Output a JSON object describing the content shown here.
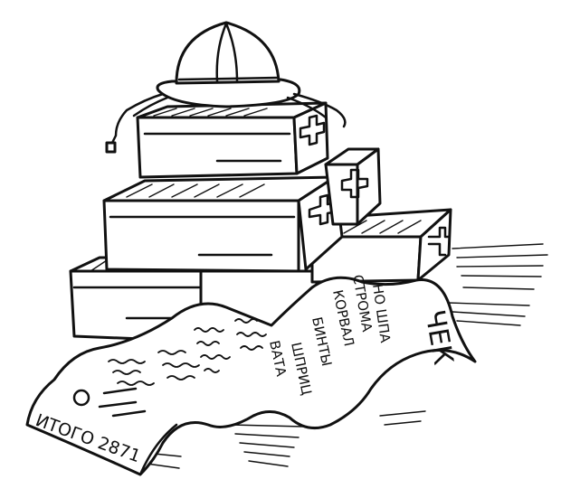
{
  "receipt": {
    "title": "ЧЕК",
    "items": [
      "НО ШПА",
      "СТРОМА",
      "КОРВАЛ",
      "БИНТЫ",
      "ШПРИЦ",
      "ВАТА"
    ],
    "total": "ИТОГО 2871"
  },
  "colors": {
    "ink": "#111111",
    "paper": "#ffffff"
  }
}
